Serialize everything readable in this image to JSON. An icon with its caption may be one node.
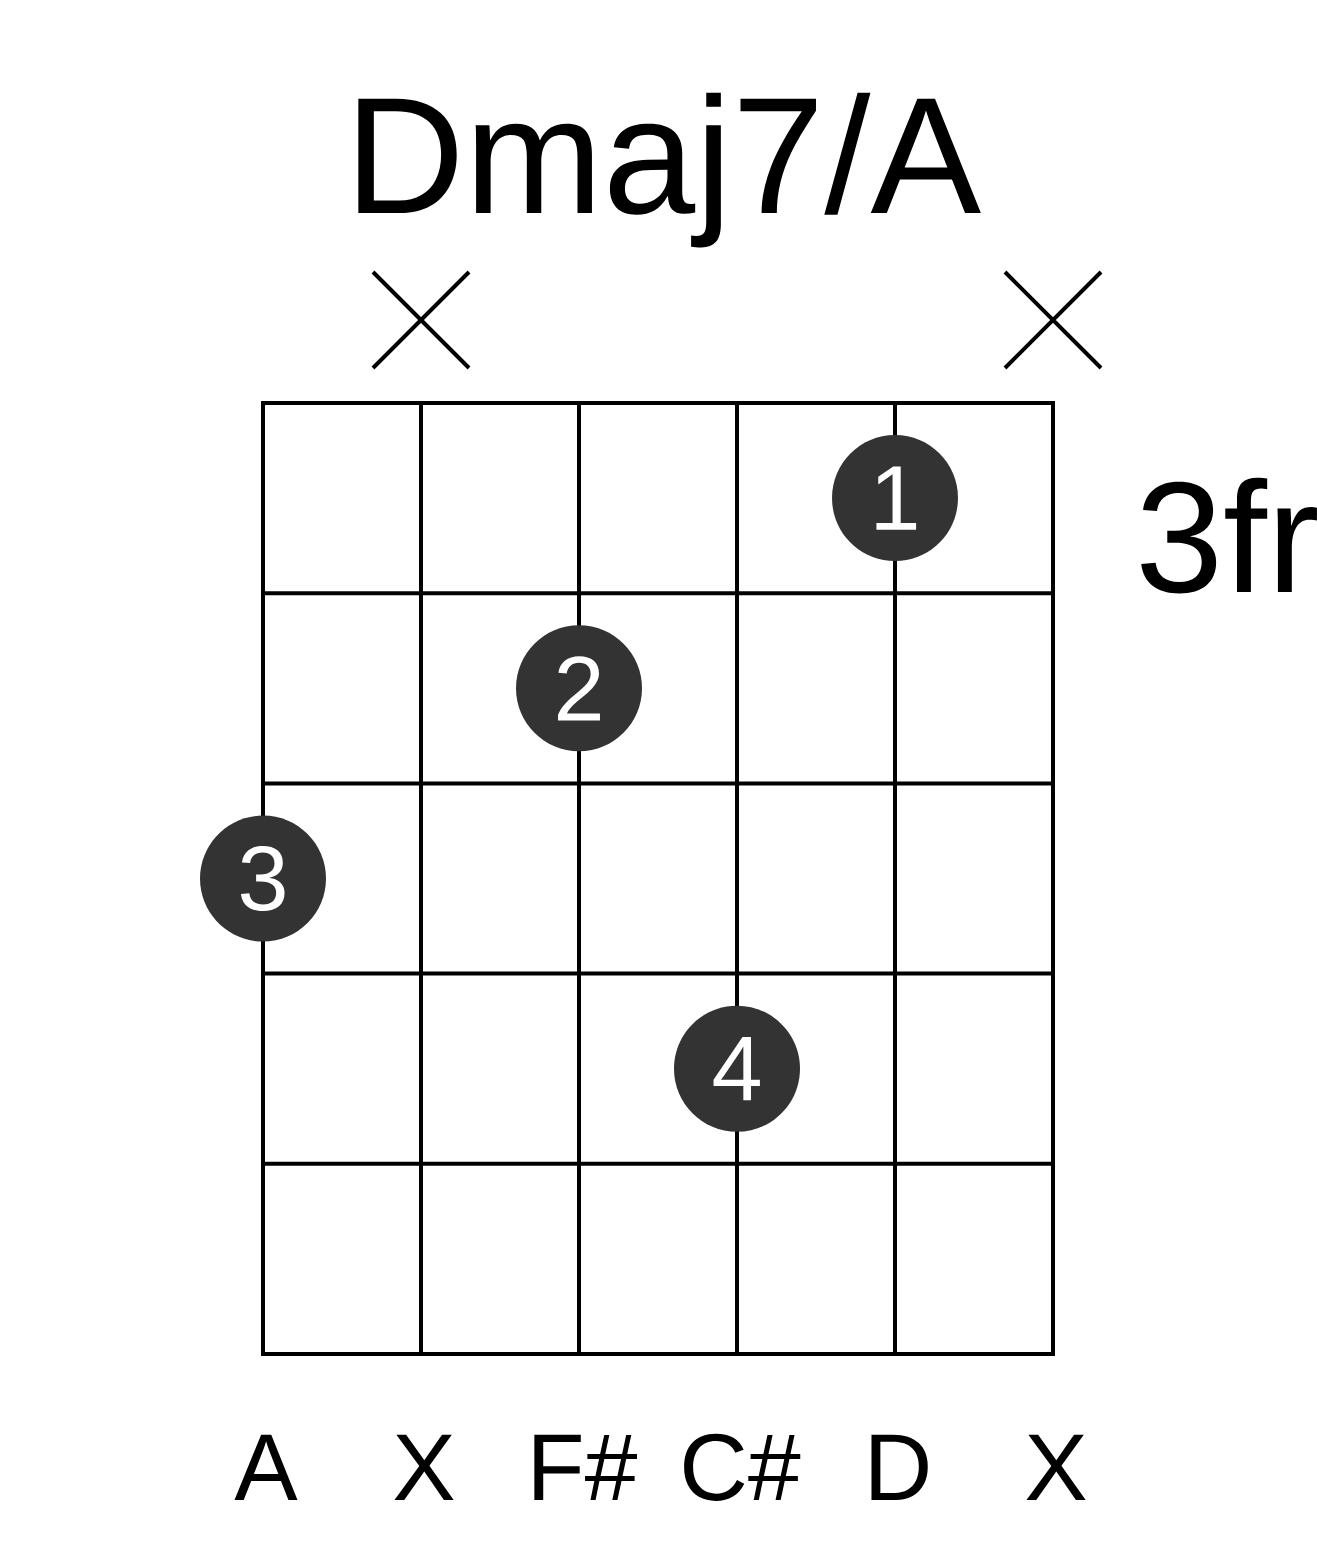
{
  "diagram": {
    "title": "Dmaj7/A",
    "nodes": [
      {
        "text": [
          "1"
        ]
      },
      {
        "text": [
          "2"
        ]
      },
      {
        "text": [
          "3"
        ]
      },
      {
        "text": [
          "4"
        ]
      }
    ],
    "labels": [
      "3fr",
      "A",
      "X",
      "F#",
      "C#",
      "D",
      "X"
    ]
  }
}
